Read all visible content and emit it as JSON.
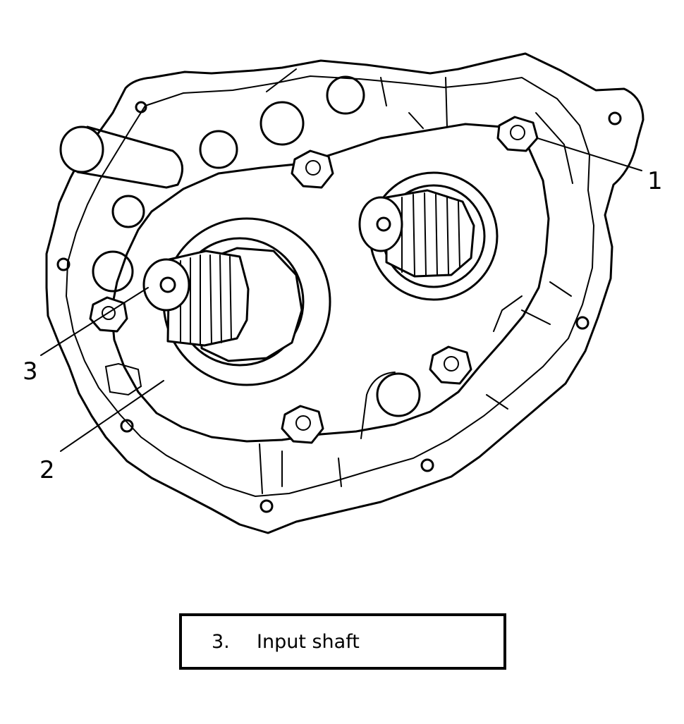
{
  "callouts": [
    {
      "id": "1",
      "label": "1"
    },
    {
      "id": "2",
      "label": "2"
    },
    {
      "id": "3",
      "label": "3"
    }
  ],
  "caption": {
    "number": "3.",
    "text": "Input shaft"
  }
}
